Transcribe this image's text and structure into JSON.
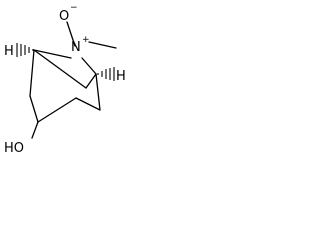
{
  "molecule": {
    "atoms": {
      "oxygen_top": "O",
      "oxygen_top_charge": "−",
      "nitrogen": "N",
      "nitrogen_charge": "+",
      "h_left": "H",
      "h_right": "H",
      "hydroxyl": "HO"
    },
    "bond_color": "#000000",
    "background_color": "#ffffff"
  }
}
